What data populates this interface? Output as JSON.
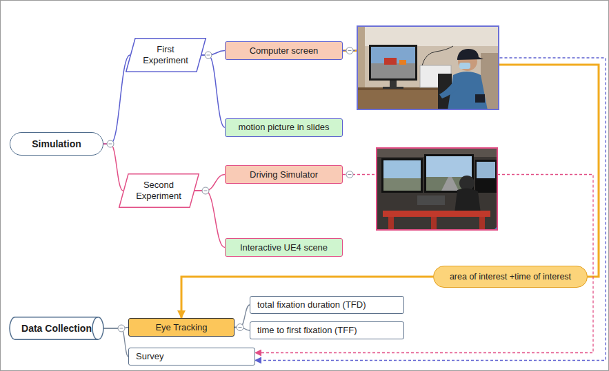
{
  "diagram": {
    "nodes": [
      {
        "text": [
          "Simulation"
        ]
      },
      {
        "text": [
          "First Experiment"
        ]
      },
      {
        "text": [
          "Computer screen"
        ]
      },
      {
        "text": [
          "motion picture in slides"
        ]
      },
      {
        "text": [
          "Second Experiment"
        ]
      },
      {
        "text": [
          "Driving Simulator"
        ]
      },
      {
        "text": [
          "Interactive UE4 scene"
        ]
      },
      {
        "text": [
          "area of interest +time of interest"
        ]
      },
      {
        "text": [
          "Data Collection"
        ]
      },
      {
        "text": [
          "Eye Tracking"
        ]
      },
      {
        "text": [
          "total fixation duration (TFD)"
        ]
      },
      {
        "text": [
          "time to first fixation (TFF)"
        ]
      },
      {
        "text": [
          "Survey"
        ]
      }
    ],
    "edges": [
      {
        "from": 0,
        "to": 1,
        "arrow": "none"
      },
      {
        "from": 0,
        "to": 4,
        "arrow": "none"
      },
      {
        "from": 1,
        "to": 2,
        "arrow": "none"
      },
      {
        "from": 1,
        "to": 3,
        "arrow": "none"
      },
      {
        "from": 4,
        "to": 5,
        "arrow": "none"
      },
      {
        "from": 4,
        "to": 6,
        "arrow": "none"
      },
      {
        "from": 2,
        "to": 7,
        "arrow": "none"
      },
      {
        "from": 7,
        "to": 9,
        "arrow": "to"
      },
      {
        "from": 2,
        "to": 12,
        "arrow": "to"
      },
      {
        "from": 5,
        "to": 12,
        "arrow": "to"
      },
      {
        "from": 8,
        "to": 9,
        "arrow": "none"
      },
      {
        "from": 8,
        "to": 12,
        "arrow": "none"
      },
      {
        "from": 9,
        "to": 10,
        "arrow": "none"
      },
      {
        "from": 9,
        "to": 11,
        "arrow": "none"
      }
    ]
  }
}
